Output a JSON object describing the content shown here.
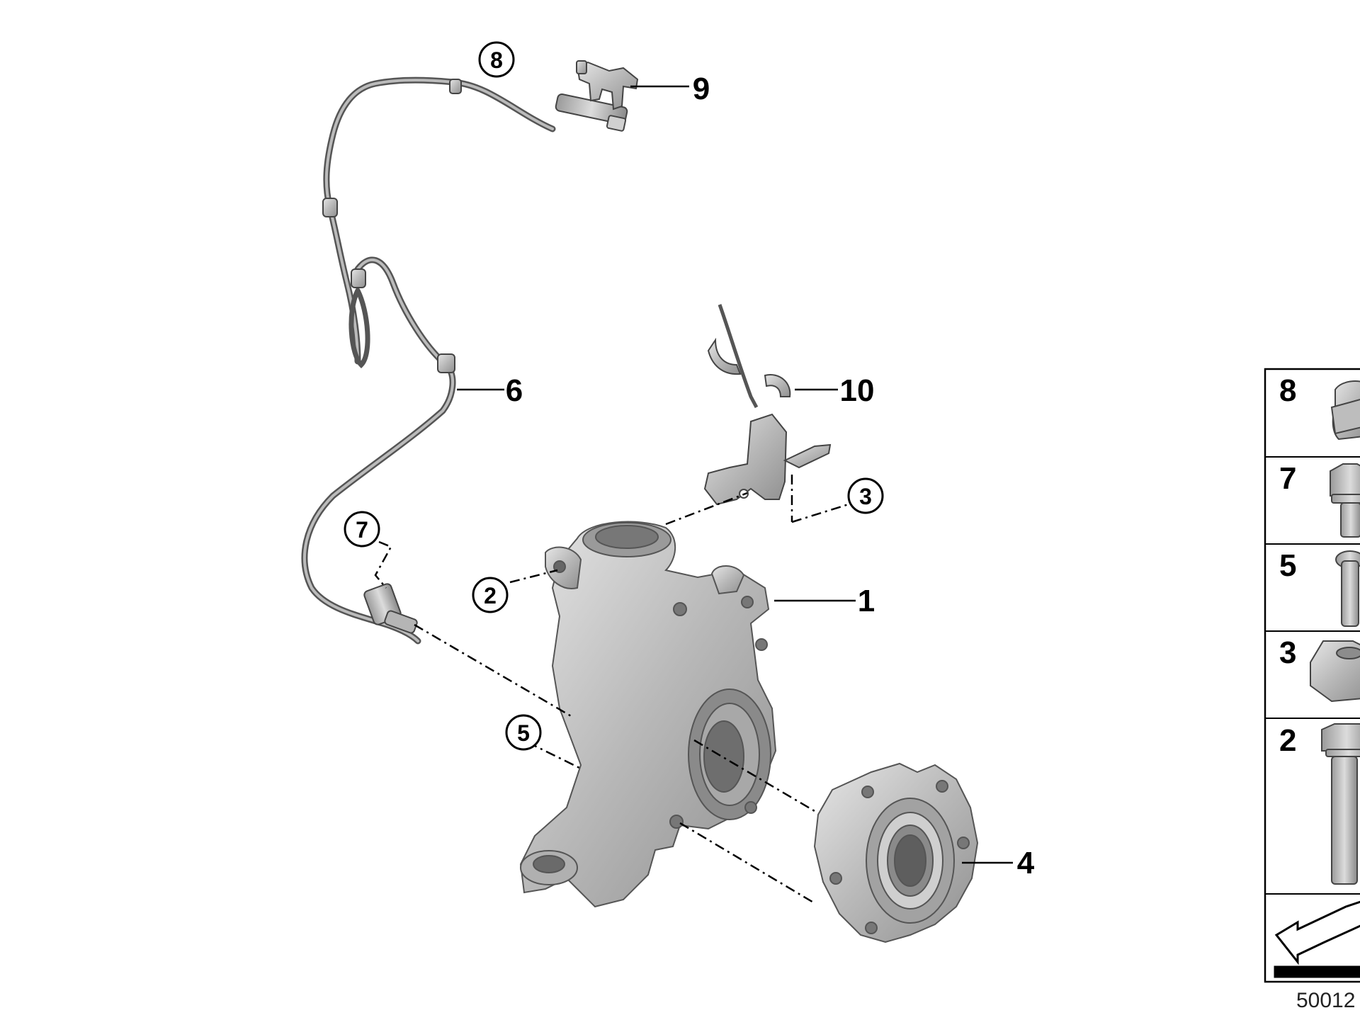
{
  "diagram": {
    "callouts": [
      "1",
      "2",
      "3",
      "4",
      "5",
      "6",
      "7",
      "8",
      "9",
      "10"
    ],
    "legend": [
      "8",
      "7",
      "5",
      "3",
      "2"
    ],
    "document_id": "50012"
  },
  "colors": {
    "part_fill": "#c9c9c9",
    "part_stroke": "#555555",
    "line": "#000000",
    "background": "#ffffff"
  }
}
